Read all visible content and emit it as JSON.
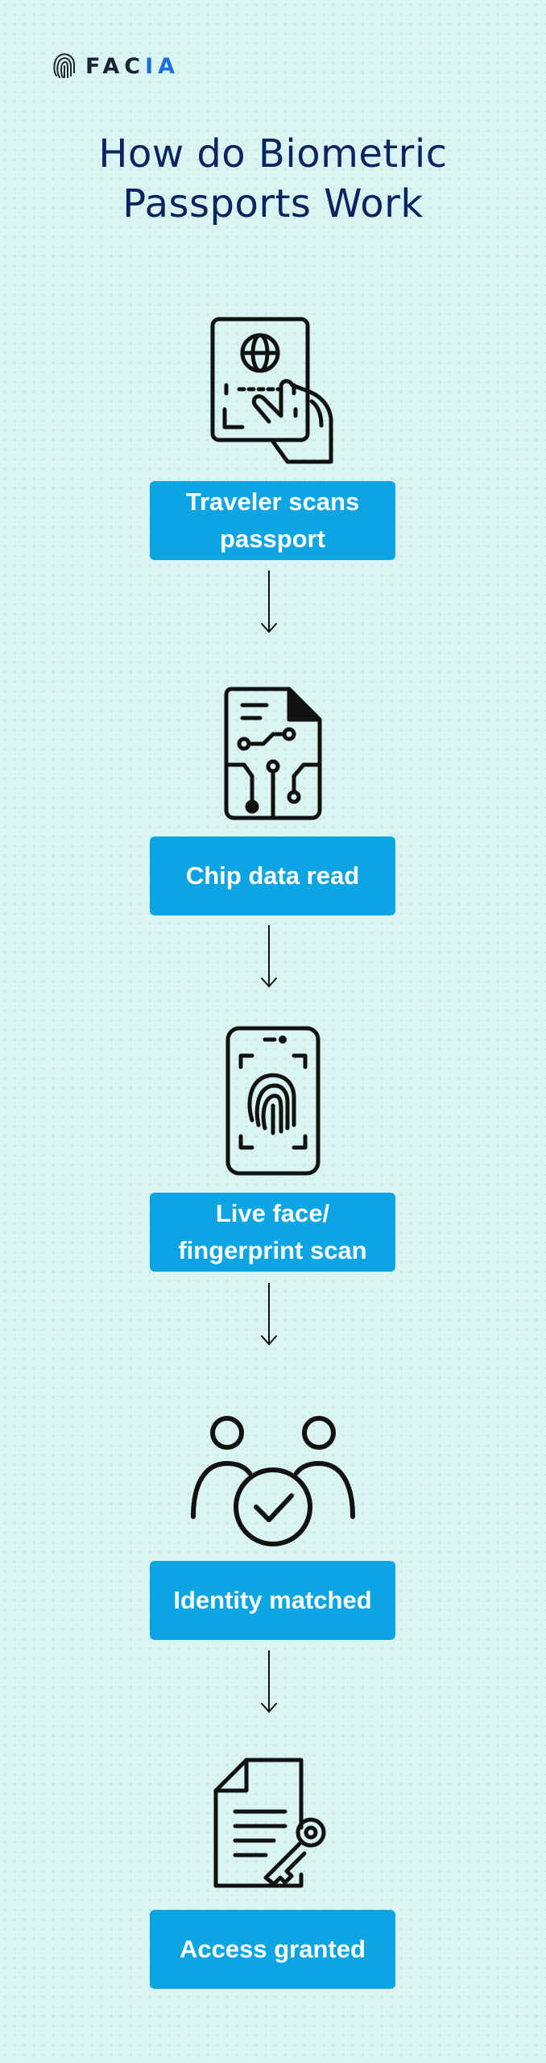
{
  "brand": {
    "name_main": "FAC",
    "name_accent": "IA"
  },
  "title": {
    "line1": "How do Biometric",
    "line2": "Passports Work"
  },
  "steps": [
    {
      "label": "Traveler scans passport",
      "icon": "passport-hand-icon"
    },
    {
      "label": "Chip data read",
      "icon": "chip-document-icon"
    },
    {
      "label": "Live face/ fingerprint scan",
      "icon": "phone-fingerprint-icon"
    },
    {
      "label": "Identity matched",
      "icon": "users-check-icon"
    },
    {
      "label": "Access granted",
      "icon": "document-key-icon"
    }
  ],
  "colors": {
    "background": "#d9f5f2",
    "title": "#0d2260",
    "label_box": "#0aa5e2",
    "icon_stroke": "#111111",
    "brand_accent": "#1a6fdc"
  }
}
